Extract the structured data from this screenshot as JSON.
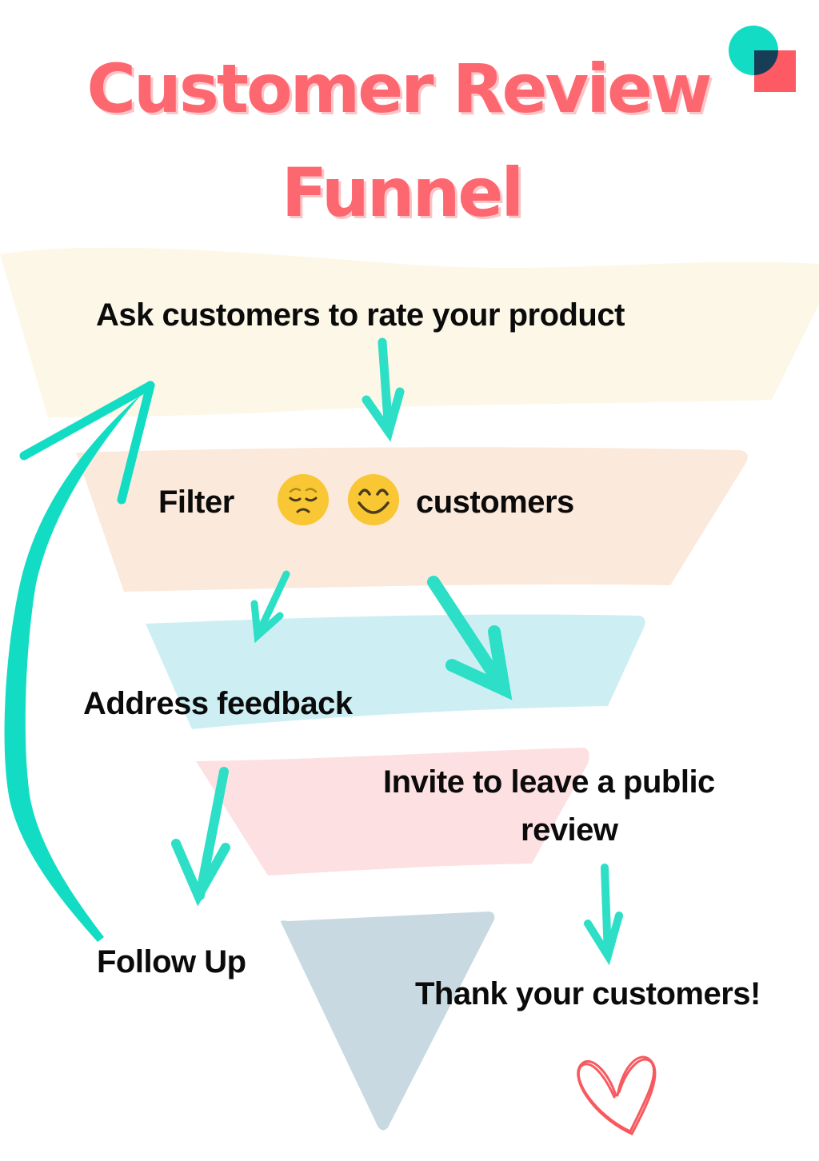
{
  "title": {
    "line1": "Customer Review",
    "line2": "Funnel"
  },
  "colors": {
    "title": "#fd6770",
    "arrow": "#2ddfc6",
    "band_1": "#fcf7e7",
    "band_2": "#fbe9dc",
    "band_3": "#cdeff4",
    "band_4": "#fde0e2",
    "band_5": "#c8d9e2",
    "logo_circle": "#12dcc3",
    "logo_square": "#fd5a64",
    "logo_overlap": "#173e56",
    "heart": "#f8595f",
    "emoji": "#f9c733"
  },
  "funnel": {
    "steps": [
      {
        "label": "Ask customers to rate your product"
      },
      {
        "label_before": "Filter",
        "emojis": [
          "pensive-face",
          "smiling-face"
        ],
        "label_after": "customers"
      },
      {
        "label": "Address feedback"
      },
      {
        "label_line1": "Invite to leave a public",
        "label_line2": "review"
      },
      {
        "label": "Follow Up"
      },
      {
        "label": "Thank your customers!"
      }
    ]
  },
  "icons": {
    "logo": "circle-square-logo",
    "heart": "heart-icon",
    "loop_arrow": "curved-arrow-icon"
  }
}
